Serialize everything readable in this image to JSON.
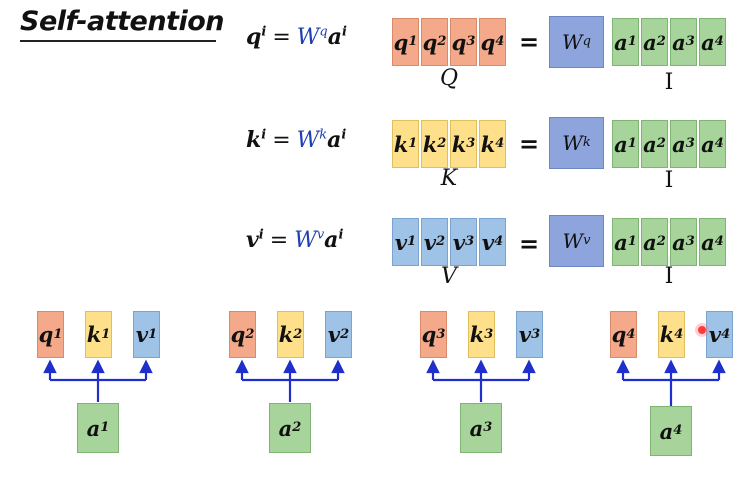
{
  "title": "Self-attention",
  "rows": [
    {
      "lhs": "q",
      "lhs_sup": "i",
      "eq": "=",
      "w": "W",
      "w_sup": "q",
      "a": "a",
      "a_sup": "i",
      "vec": [
        {
          "b": "q",
          "s": "1"
        },
        {
          "b": "q",
          "s": "2"
        },
        {
          "b": "q",
          "s": "3"
        },
        {
          "b": "q",
          "s": "4"
        }
      ],
      "label": "Q",
      "equals": "=",
      "W_box": "W",
      "W_box_sup": "q",
      "a_vec": [
        {
          "b": "a",
          "s": "1"
        },
        {
          "b": "a",
          "s": "2"
        },
        {
          "b": "a",
          "s": "3"
        },
        {
          "b": "a",
          "s": "4"
        }
      ],
      "I_label": "I"
    },
    {
      "lhs": "k",
      "lhs_sup": "i",
      "eq": "=",
      "w": "W",
      "w_sup": "k",
      "a": "a",
      "a_sup": "i",
      "vec": [
        {
          "b": "k",
          "s": "1"
        },
        {
          "b": "k",
          "s": "2"
        },
        {
          "b": "k",
          "s": "3"
        },
        {
          "b": "k",
          "s": "4"
        }
      ],
      "label": "K",
      "equals": "=",
      "W_box": "W",
      "W_box_sup": "k",
      "a_vec": [
        {
          "b": "a",
          "s": "1"
        },
        {
          "b": "a",
          "s": "2"
        },
        {
          "b": "a",
          "s": "3"
        },
        {
          "b": "a",
          "s": "4"
        }
      ],
      "I_label": "I"
    },
    {
      "lhs": "v",
      "lhs_sup": "i",
      "eq": "=",
      "w": "W",
      "w_sup": "v",
      "a": "a",
      "a_sup": "i",
      "vec": [
        {
          "b": "v",
          "s": "1"
        },
        {
          "b": "v",
          "s": "2"
        },
        {
          "b": "v",
          "s": "3"
        },
        {
          "b": "v",
          "s": "4"
        }
      ],
      "label": "V",
      "equals": "=",
      "W_box": "W",
      "W_box_sup": "v",
      "a_vec": [
        {
          "b": "a",
          "s": "1"
        },
        {
          "b": "a",
          "s": "2"
        },
        {
          "b": "a",
          "s": "3"
        },
        {
          "b": "a",
          "s": "4"
        }
      ],
      "I_label": "I"
    }
  ],
  "groups": [
    {
      "q": "q",
      "q_sup": "1",
      "k": "k",
      "k_sup": "1",
      "v": "v",
      "v_sup": "1",
      "a": "a",
      "a_sup": "1"
    },
    {
      "q": "q",
      "q_sup": "2",
      "k": "k",
      "k_sup": "2",
      "v": "v",
      "v_sup": "2",
      "a": "a",
      "a_sup": "2"
    },
    {
      "q": "q",
      "q_sup": "3",
      "k": "k",
      "k_sup": "3",
      "v": "v",
      "v_sup": "3",
      "a": "a",
      "a_sup": "3"
    },
    {
      "q": "q",
      "q_sup": "4",
      "k": "k",
      "k_sup": "4",
      "v": "v",
      "v_sup": "4",
      "a": "a",
      "a_sup": "4"
    }
  ],
  "colors": {
    "q": "#f4a98a",
    "k": "#ffe08a",
    "v": "#9fc2e7",
    "a": "#a6d49a",
    "W": "#8ea4dc",
    "arrow": "#1f2fcc",
    "w_text": "#1f3fb4",
    "pointer": "#ff3b3b"
  }
}
